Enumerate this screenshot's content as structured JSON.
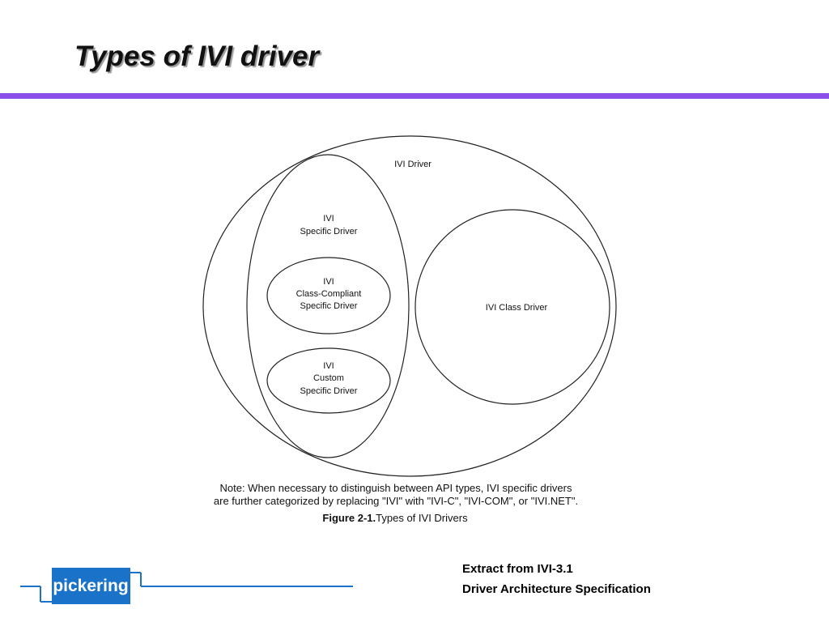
{
  "slide": {
    "title": "Types of IVI driver",
    "accent_color": "#8a4fe8"
  },
  "diagram": {
    "outer_label": "IVI Driver",
    "specific_label_line1": "IVI",
    "specific_label_line2": "Specific Driver",
    "compliant_line1": "IVI",
    "compliant_line2": "Class-Compliant",
    "compliant_line3": "Specific Driver",
    "custom_line1": "IVI",
    "custom_line2": "Custom",
    "custom_line3": "Specific Driver",
    "class_driver_label": "IVI Class Driver",
    "note_line1": "Note: When necessary to distinguish between API types, IVI specific drivers",
    "note_line2": "are further categorized by replacing \"IVI\" with \"IVI-C\", \"IVI-COM\", or \"IVI.NET\".",
    "caption_bold": "Figure 2-1.",
    "caption_text": "Types of IVI Drivers"
  },
  "footer": {
    "extract_line1": "Extract from IVI-3.1",
    "extract_line2": "Driver Architecture Specification",
    "logo_text": "pickering",
    "logo_color": "#1a73c9"
  }
}
